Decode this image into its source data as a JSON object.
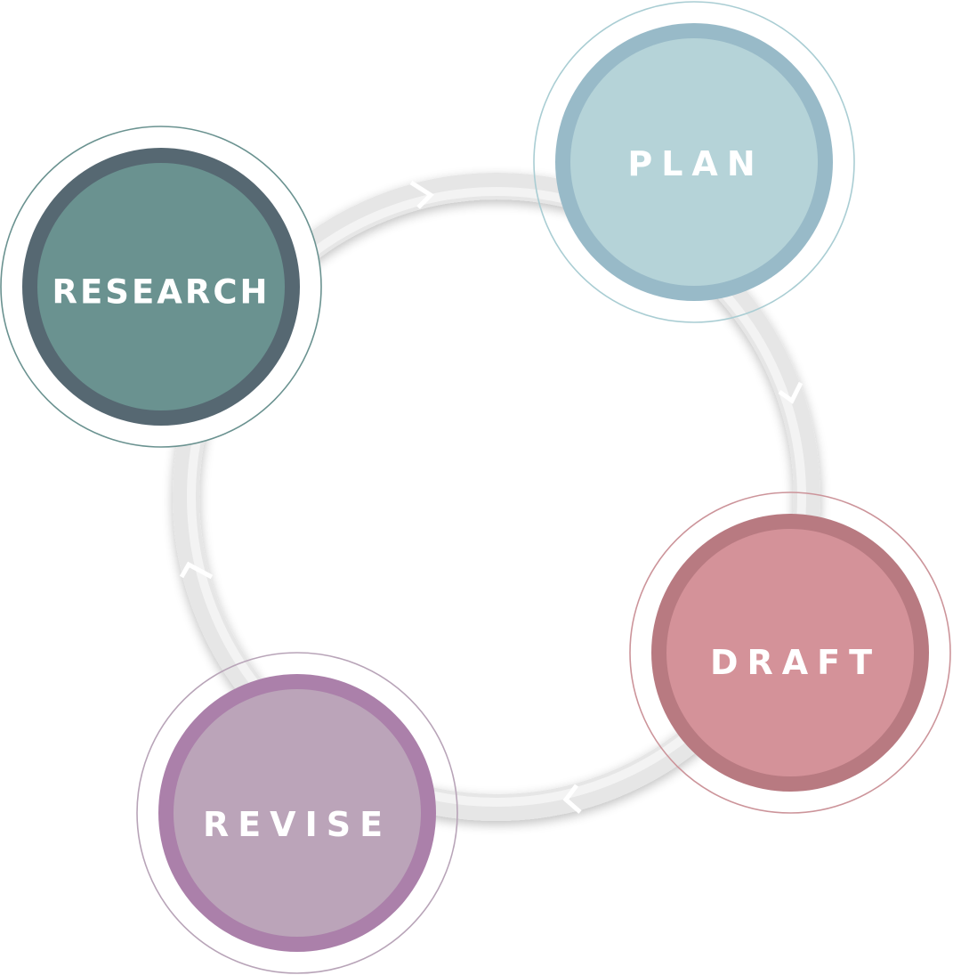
{
  "diagram": {
    "type": "cycle",
    "arrow_direction": "clockwise",
    "ring_color": "#e4e4e4",
    "nodes": [
      {
        "id": "research",
        "label": "RESEARCH",
        "fill": "#6a9290",
        "border": "#566872",
        "outline": "#6a9290"
      },
      {
        "id": "plan",
        "label": "PLAN",
        "fill": "#b5d3d8",
        "border": "#98bac8",
        "outline": "#a9cdd3"
      },
      {
        "id": "draft",
        "label": "DRAFT",
        "fill": "#d49299",
        "border": "#b87a81",
        "outline": "#cc949a"
      },
      {
        "id": "revise",
        "label": "REVISE",
        "fill": "#bba4b9",
        "border": "#ab80aa",
        "outline": "#b8a4b8"
      }
    ]
  }
}
